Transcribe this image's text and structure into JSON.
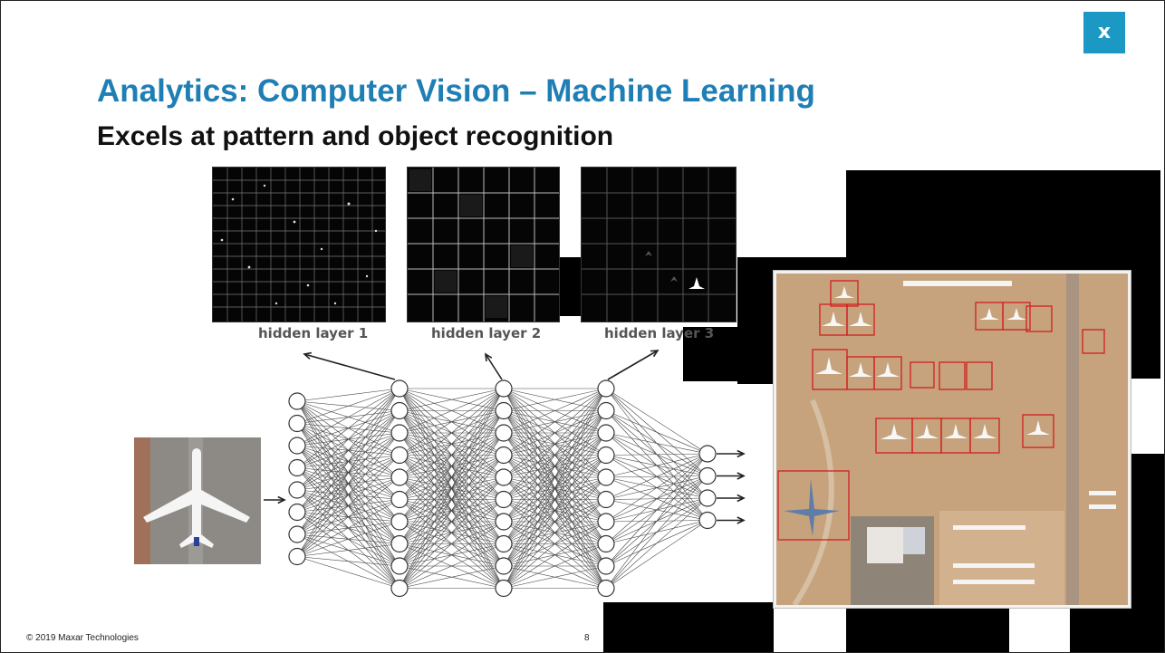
{
  "slide": {
    "title": "Analytics:  Computer Vision – Machine Learning",
    "subtitle": "Excels at pattern and object recognition",
    "footer": "© 2019 Maxar Technologies",
    "page_number": "8",
    "logo_glyph": "x",
    "logo_color": "#1b98c4",
    "title_color": "#1f7fb5"
  },
  "diagram": {
    "hidden_layers": [
      "hidden layer 1",
      "hidden layer 2",
      "hidden layer 3"
    ],
    "network_layer_node_counts": [
      8,
      10,
      10,
      10,
      4
    ]
  }
}
